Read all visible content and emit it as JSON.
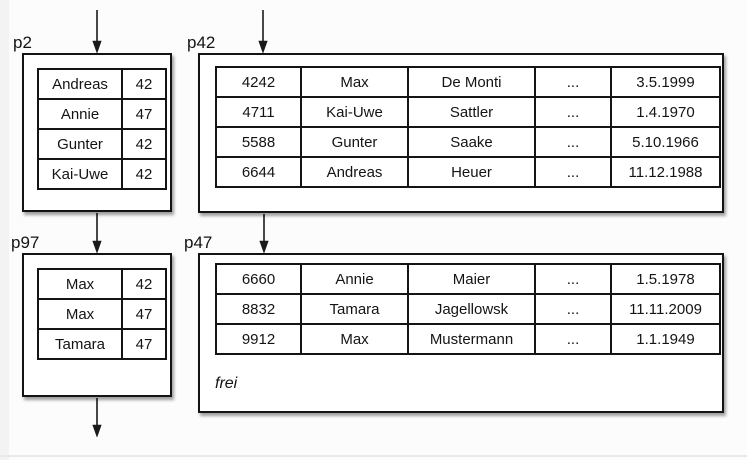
{
  "colors": {
    "ink": "#141414",
    "page_background": "#fcfcfc",
    "box_background": "#ffffff"
  },
  "diagram": {
    "pages": [
      {
        "label": "p2",
        "rows": [
          [
            "Andreas",
            "42"
          ],
          [
            "Annie",
            "47"
          ],
          [
            "Gunter",
            "42"
          ],
          [
            "Kai-Uwe",
            "42"
          ]
        ]
      },
      {
        "label": "p42",
        "rows": [
          [
            "4242",
            "Max",
            "De Monti",
            "...",
            "3.5.1999"
          ],
          [
            "4711",
            "Kai-Uwe",
            "Sattler",
            "...",
            "1.4.1970"
          ],
          [
            "5588",
            "Gunter",
            "Saake",
            "...",
            "5.10.1966"
          ],
          [
            "6644",
            "Andreas",
            "Heuer",
            "...",
            "11.12.1988"
          ]
        ]
      },
      {
        "label": "p97",
        "rows": [
          [
            "Max",
            "42"
          ],
          [
            "Max",
            "47"
          ],
          [
            "Tamara",
            "47"
          ]
        ]
      },
      {
        "label": "p47",
        "rows": [
          [
            "6660",
            "Annie",
            "Maier",
            "...",
            "1.5.1978"
          ],
          [
            "8832",
            "Tamara",
            "Jagellowsk",
            "...",
            "11.11.2009"
          ],
          [
            "9912",
            "Max",
            "Mustermann",
            "...",
            "1.1.1949"
          ]
        ],
        "free_space_label": "frei"
      }
    ],
    "arrows": [
      {
        "name": "incoming-arrow-p2",
        "from": "top",
        "to": "p2"
      },
      {
        "name": "incoming-arrow-p42",
        "from": "top",
        "to": "p42"
      },
      {
        "name": "arrow-p2-to-p97",
        "from": "p2",
        "to": "p97"
      },
      {
        "name": "arrow-p42-to-p47",
        "from": "p42",
        "to": "p47"
      },
      {
        "name": "outgoing-arrow-p97",
        "from": "p97",
        "to": "bottom"
      }
    ]
  }
}
